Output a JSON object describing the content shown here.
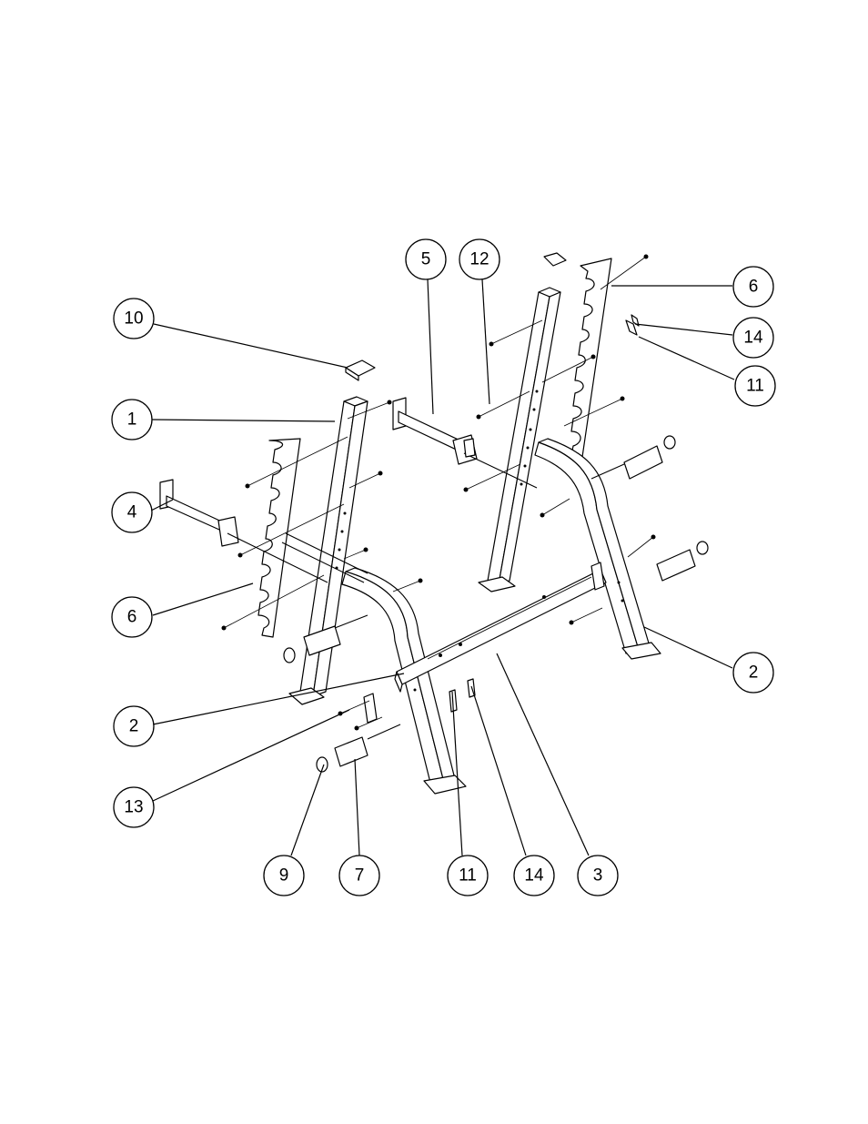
{
  "diagram": {
    "callouts": [
      {
        "id": "c10",
        "label": "10"
      },
      {
        "id": "c1",
        "label": "1"
      },
      {
        "id": "c4",
        "label": "4"
      },
      {
        "id": "c6a",
        "label": "6"
      },
      {
        "id": "c2a",
        "label": "2"
      },
      {
        "id": "c13",
        "label": "13"
      },
      {
        "id": "c9",
        "label": "9"
      },
      {
        "id": "c7",
        "label": "7"
      },
      {
        "id": "c11a",
        "label": "11"
      },
      {
        "id": "c14a",
        "label": "14"
      },
      {
        "id": "c3",
        "label": "3"
      },
      {
        "id": "c5",
        "label": "5"
      },
      {
        "id": "c12",
        "label": "12"
      },
      {
        "id": "c6b",
        "label": "6"
      },
      {
        "id": "c14b",
        "label": "14"
      },
      {
        "id": "c11b",
        "label": "11"
      },
      {
        "id": "c2b",
        "label": "2"
      }
    ]
  }
}
